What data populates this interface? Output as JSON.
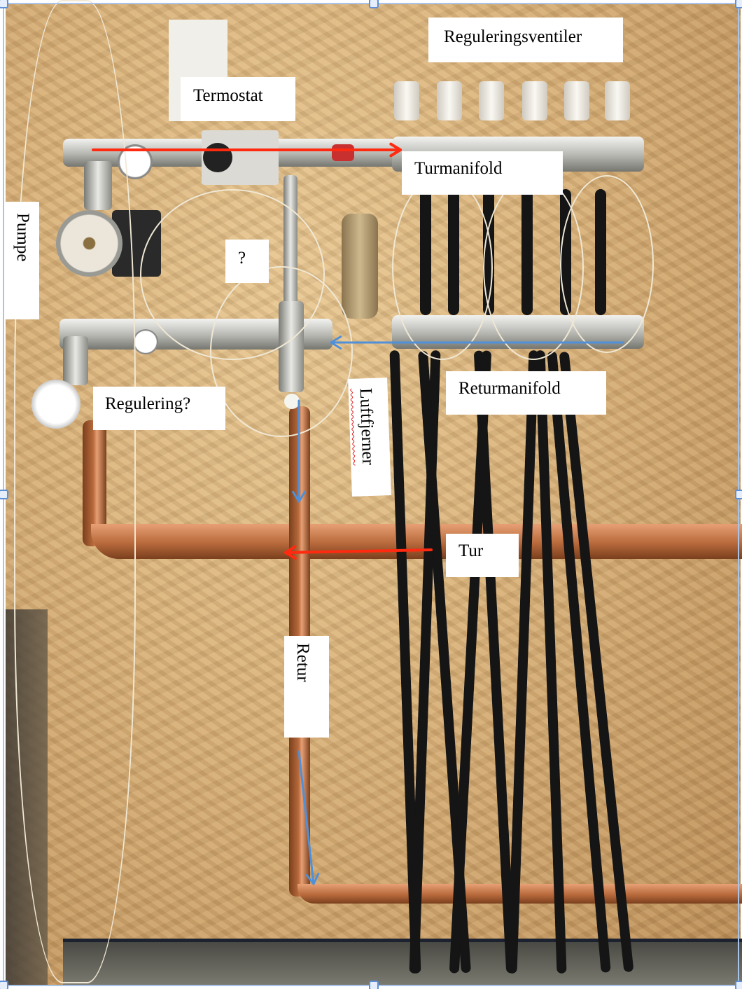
{
  "photo": {
    "subject": "floor heating manifold installation on OSB wall"
  },
  "labels": {
    "reguleringsventiler": "Reguleringsventiler",
    "termostat": "Termostat",
    "turmanifold": "Turmanifold",
    "pumpe": "Pumpe",
    "question": "?",
    "regulering": "Regulering?",
    "returmanifold": "Returmanifold",
    "luftfjerner": "Luftfjerner",
    "tur": "Tur",
    "retur": "Retur"
  },
  "arrows": {
    "supply_color": "#ff2a10",
    "return_color": "#4f90d8"
  },
  "selection": {
    "frame_color": "#a9c4ea",
    "handle_color": "#5f8fd6"
  }
}
